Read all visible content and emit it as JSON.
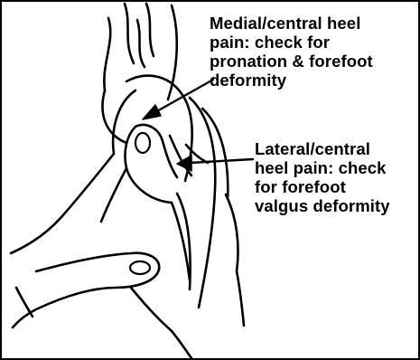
{
  "annotations": {
    "medial": {
      "lines": [
        "Medial/central heel",
        "pain: check for",
        "pronation & forefoot",
        "deformity"
      ]
    },
    "lateral": {
      "lines": [
        "Lateral/central",
        "heel pain: check",
        "for forefoot",
        "valgus deformity"
      ]
    }
  },
  "colors": {
    "ink": "#000000",
    "background": "#ffffff"
  },
  "icons": {
    "medial_arrow": "arrow-icon",
    "lateral_arrow": "arrow-icon",
    "illustration": "foot-heel-illustration"
  }
}
